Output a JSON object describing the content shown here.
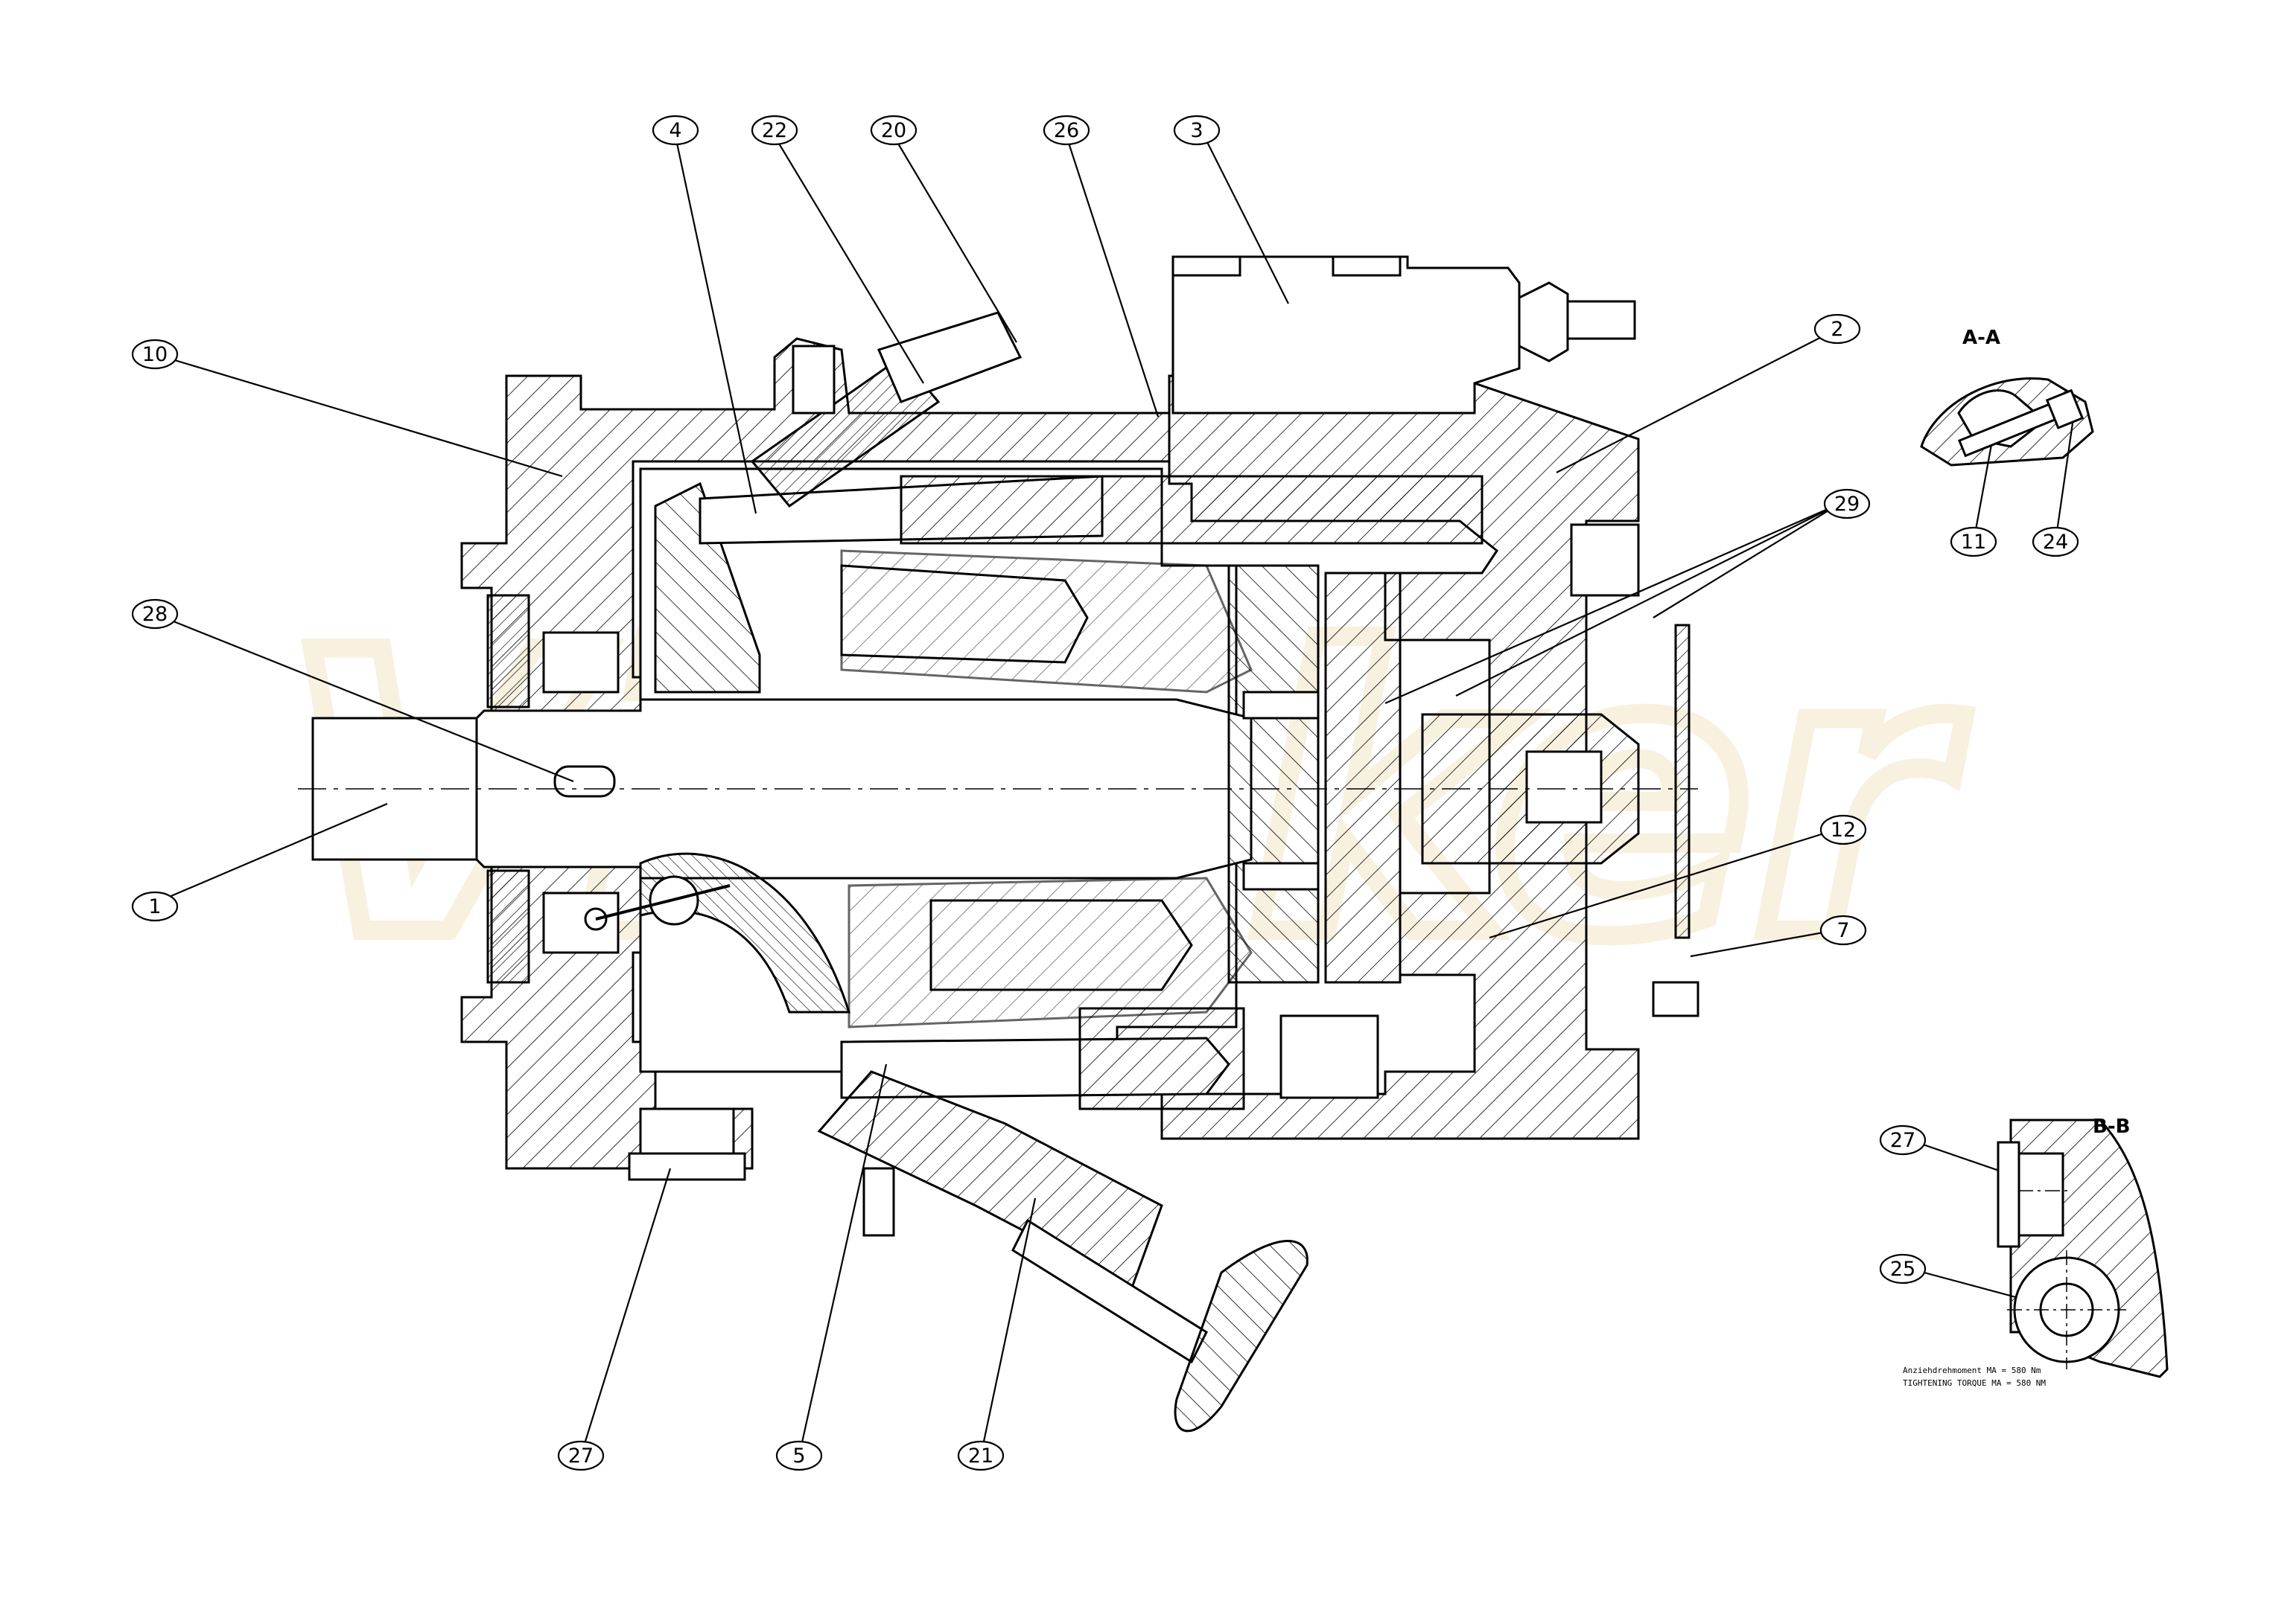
{
  "watermark": {
    "text": "Vipaker"
  },
  "section_views": {
    "aa": {
      "title": "A-A"
    },
    "bb": {
      "title": "B-B"
    }
  },
  "torque_note": {
    "line_de": "Anziehdrehmoment MA = 580 Nm",
    "line_en": "TIGHTENING TORQUE MA = 580 NM"
  },
  "callouts": [
    {
      "id": "c1",
      "label": "1"
    },
    {
      "id": "c2",
      "label": "2"
    },
    {
      "id": "c3",
      "label": "3"
    },
    {
      "id": "c4",
      "label": "4"
    },
    {
      "id": "c5",
      "label": "5"
    },
    {
      "id": "c7",
      "label": "7"
    },
    {
      "id": "c10",
      "label": "10"
    },
    {
      "id": "c11",
      "label": "11"
    },
    {
      "id": "c12",
      "label": "12"
    },
    {
      "id": "c20",
      "label": "20"
    },
    {
      "id": "c21",
      "label": "21"
    },
    {
      "id": "c22",
      "label": "22"
    },
    {
      "id": "c24",
      "label": "24"
    },
    {
      "id": "c25",
      "label": "25"
    },
    {
      "id": "c26",
      "label": "26"
    },
    {
      "id": "c27a",
      "label": "27"
    },
    {
      "id": "c27b",
      "label": "27"
    },
    {
      "id": "c28",
      "label": "28"
    },
    {
      "id": "c29",
      "label": "29"
    }
  ]
}
